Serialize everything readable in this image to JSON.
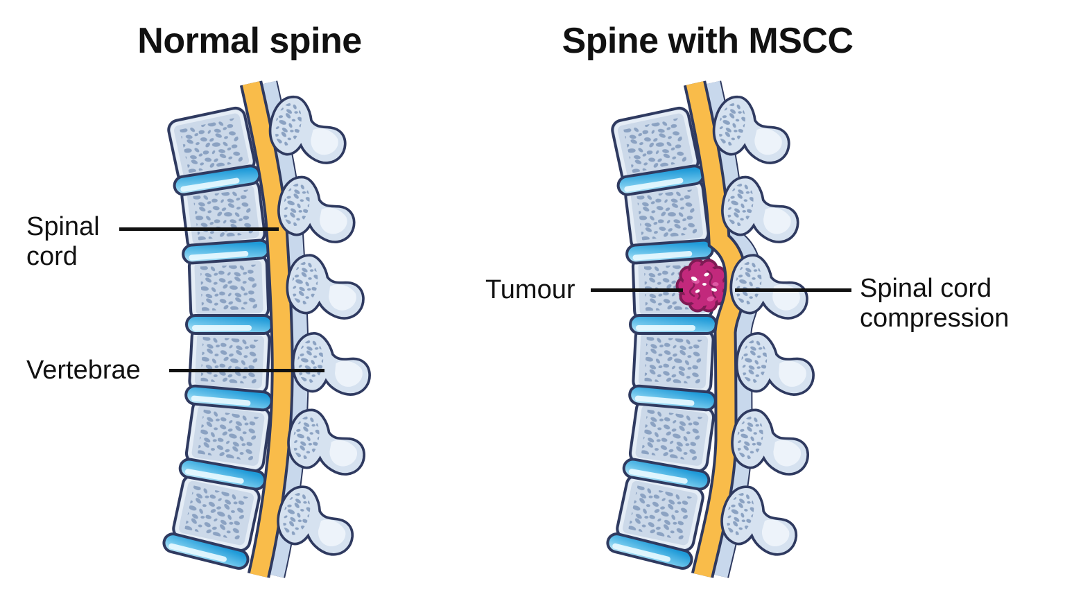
{
  "panels": {
    "left": {
      "title": "Normal spine",
      "labels": {
        "spinal_cord": "Spinal cord",
        "vertebrae": "Vertebrae"
      }
    },
    "right": {
      "title": "Spine with MSCC",
      "labels": {
        "tumour": "Tumour",
        "compression": "Spinal cord compression"
      }
    }
  },
  "colors": {
    "background": "#ffffff",
    "text": "#111111",
    "leader_line": "#111111",
    "outline": "#2f3a60",
    "bone_fill": "#ccd9e9",
    "bone_light": "#d6e2f0",
    "bone_highlight": "#edf3fa",
    "speckle": "#8ba2c2",
    "disc_dark": "#1f9ad8",
    "disc_mid": "#6ec6ec",
    "disc_light": "#cdeefb",
    "disc_highlight": "#eafaff",
    "cord": "#f9bc4a",
    "canal": "#c8d8ec",
    "tumor": "#c2297c",
    "tumor_dark": "#7e1b54",
    "tumor_light": "#e86ab2",
    "tumor_spot": "#ffffff"
  }
}
